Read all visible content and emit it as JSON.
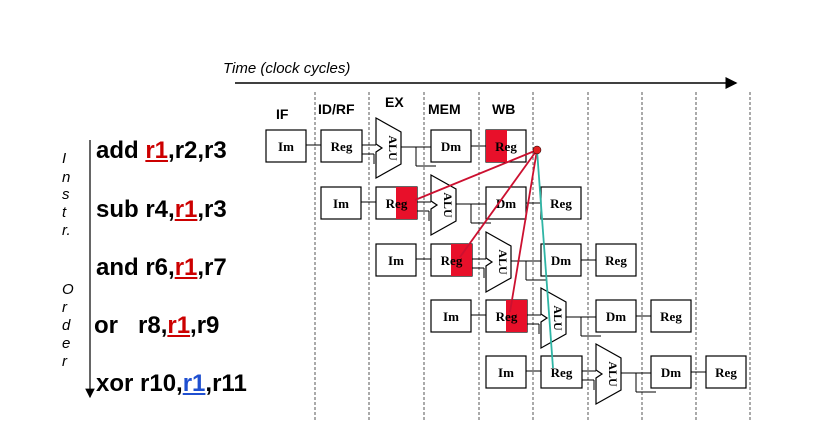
{
  "time_label": "Time (clock cycles)",
  "stage_headers": [
    "IF",
    "ID/RF",
    "EX",
    "MEM",
    "WB"
  ],
  "axis_letters": [
    "I",
    "n",
    "s",
    "t",
    "r.",
    "O",
    "r",
    "d",
    "e",
    "r"
  ],
  "instructions": [
    {
      "op": "add",
      "pre": "add ",
      "reg": "r1",
      "post": ",r2,r3",
      "color": "#cc0000"
    },
    {
      "op": "sub",
      "pre": "sub r4,",
      "reg": "r1",
      "post": ",r3",
      "color": "#cc0000"
    },
    {
      "op": "and",
      "pre": "and r6,",
      "reg": "r1",
      "post": ",r7",
      "color": "#cc0000"
    },
    {
      "op": "or",
      "pre": "or   r8,",
      "reg": "r1",
      "post": ",r9",
      "color": "#cc0000"
    },
    {
      "op": "xor",
      "pre": "xor r10,",
      "reg": "r1",
      "post": ",r11",
      "color": "#1f4fd0"
    }
  ],
  "unit_labels": {
    "im": "Im",
    "reg": "Reg",
    "alu": "ALU",
    "dm": "Dm"
  },
  "colors": {
    "hazard_fill": "#e8102a",
    "hazard_line": "#cc1030",
    "forward_line": "#2fb5a5",
    "dot": "#e02020"
  }
}
